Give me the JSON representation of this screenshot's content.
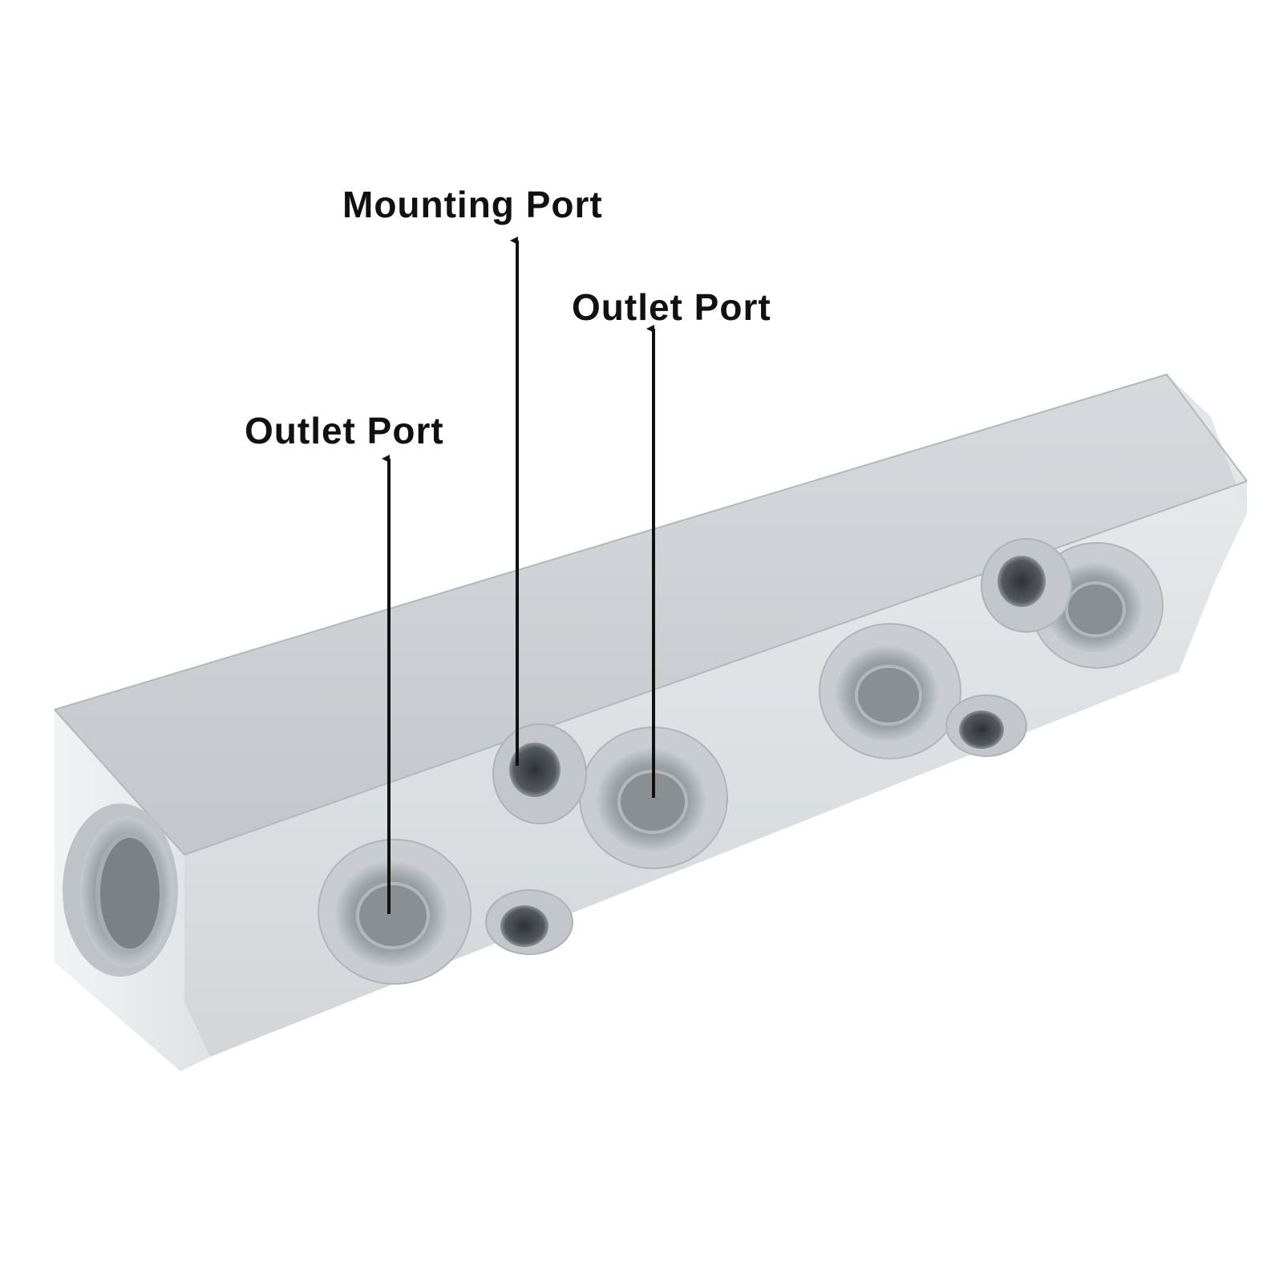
{
  "labels": {
    "mounting_port": "Mounting Port",
    "outlet_port_center": "Outlet Port",
    "outlet_port_left": "Outlet Port"
  },
  "colors": {
    "background": "#ffffff",
    "aluminum_front": "#dcdfe2",
    "aluminum_top": "#c9cdd1",
    "aluminum_end": "#e9ebed",
    "thread_dark": "#7d8287",
    "arrow": "#111111",
    "label_text": "#111111"
  },
  "parts": {
    "type": "aluminum manifold block",
    "end_port_icon": "threaded-end-port-icon",
    "outlet_port_icon": "threaded-outlet-port-icon",
    "mounting_hole_icon": "mounting-hole-icon"
  }
}
